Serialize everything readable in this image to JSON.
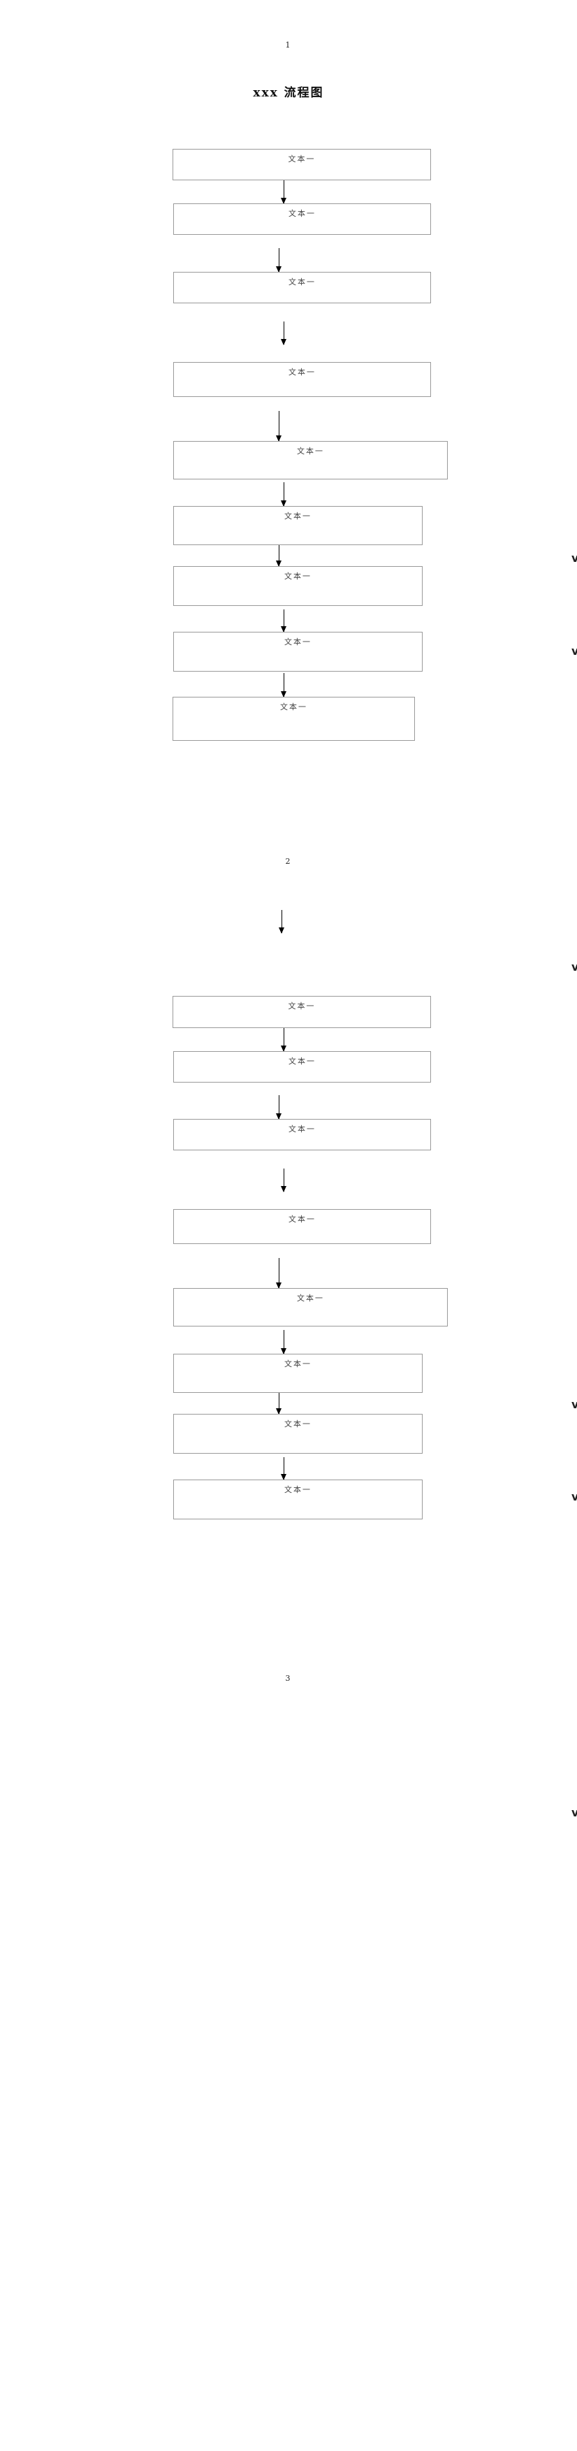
{
  "document": {
    "title": "xxx 流程图",
    "pages": [
      "1",
      "2",
      "3"
    ]
  },
  "flowchart_page1": {
    "boxes": [
      "文本一",
      "文本一",
      "文本一",
      "文本一",
      "文本一",
      "文本一",
      "文本一",
      "文本一",
      "文本一"
    ]
  },
  "flowchart_page2": {
    "boxes": [
      "文本一",
      "文本一",
      "文本一",
      "文本一",
      "文本一",
      "文本一",
      "文本一",
      "文本一"
    ]
  },
  "margin_marks": {
    "glyph": "v"
  }
}
